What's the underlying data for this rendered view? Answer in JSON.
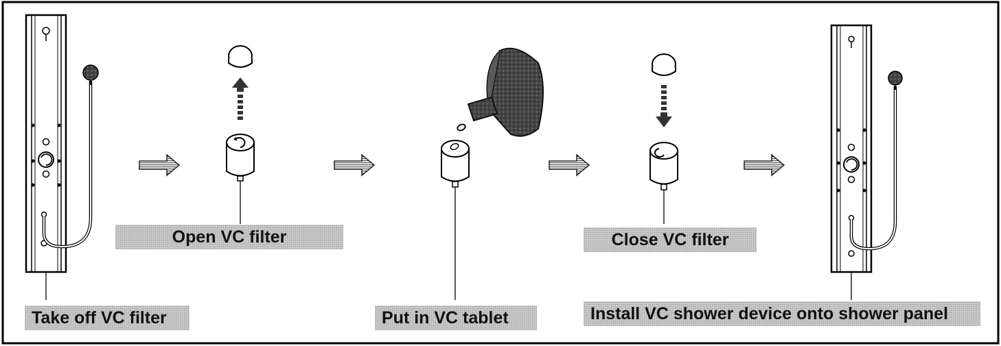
{
  "steps": [
    {
      "label": "Take off VC filter"
    },
    {
      "label": "Open VC filter"
    },
    {
      "label": "Put in VC tablet"
    },
    {
      "label": "Close VC filter"
    },
    {
      "label": "Install VC shower device onto shower panel"
    }
  ]
}
